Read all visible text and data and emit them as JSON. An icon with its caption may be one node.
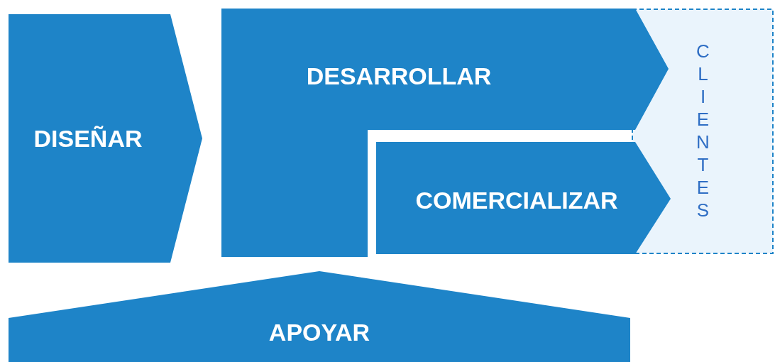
{
  "diagram": {
    "nodes": [
      {
        "text": [
          "DISEÑAR"
        ]
      },
      {
        "text": [
          "DESARROLLAR"
        ]
      },
      {
        "text": [
          "COMERCIALIZAR"
        ]
      },
      {
        "text": [
          "CLIENTES"
        ]
      },
      {
        "text": [
          "APOYAR"
        ]
      }
    ]
  }
}
